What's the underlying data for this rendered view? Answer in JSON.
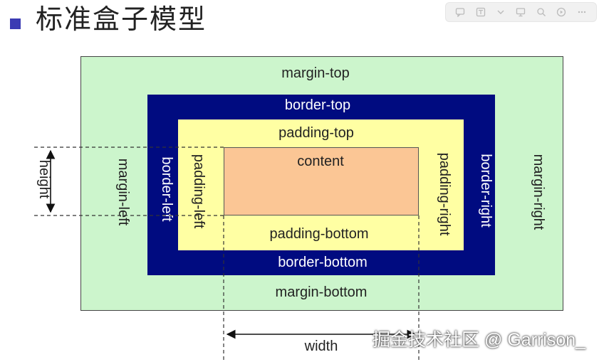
{
  "title": "标准盒子模型",
  "toolbar": {
    "icons": [
      "comment-icon",
      "translate-icon",
      "chevron-down-icon",
      "monitor-icon",
      "zoom-icon",
      "play-icon",
      "more-icon"
    ]
  },
  "diagram": {
    "margin_top": "margin-top",
    "margin_bottom": "margin-bottom",
    "margin_left": "margin-left",
    "margin_right": "margin-right",
    "border_top": "border-top",
    "border_bottom": "border-bottom",
    "border_left": "border-left",
    "border_right": "border-right",
    "padding_top": "padding-top",
    "padding_bottom": "padding-bottom",
    "padding_left": "padding-left",
    "padding_right": "padding-right",
    "content": "content",
    "height": "height",
    "width": "width"
  },
  "colors": {
    "margin": "#ccf5cc",
    "border": "#000b80",
    "padding": "#ffffa3",
    "content": "#fbc695"
  },
  "watermark": "掘金技术社区 @ Garrison_"
}
